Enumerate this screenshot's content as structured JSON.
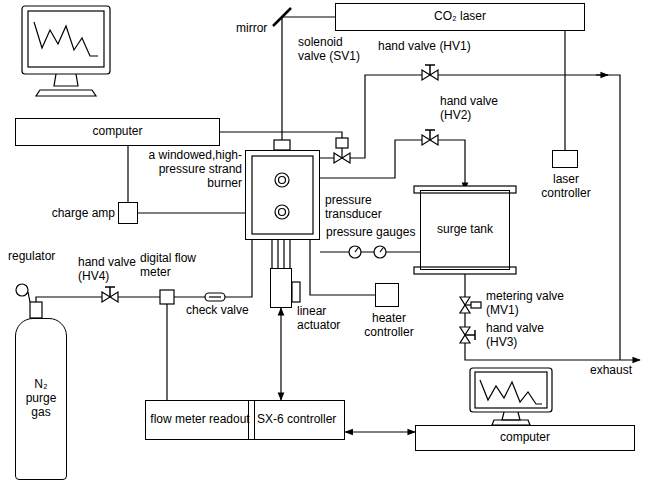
{
  "diagram": {
    "nodes": [
      {
        "text": [
          "CO₂ laser"
        ]
      },
      {
        "text": [
          "computer"
        ]
      },
      {
        "text": [
          "laser controller"
        ]
      },
      {
        "text": [
          "a windowed,high-pressure strand burner"
        ]
      },
      {
        "text": [
          "charge amp"
        ]
      },
      {
        "text": [
          "surge tank"
        ]
      },
      {
        "text": [
          "heater controller"
        ]
      },
      {
        "text": [
          "N₂ purge gas"
        ]
      },
      {
        "text": [
          "linear actuator"
        ]
      },
      {
        "text": [
          "flow meter readout"
        ]
      },
      {
        "text": [
          "SX-6 controller"
        ]
      },
      {
        "text": [
          "computer"
        ]
      }
    ],
    "edges": [
      {
        "from": 2,
        "to": 0,
        "arrow": "none"
      },
      {
        "from": 0,
        "to": 3,
        "arrow": "none"
      },
      {
        "from": 4,
        "to": 1,
        "arrow": "none"
      },
      {
        "from": 3,
        "to": 4,
        "arrow": "none"
      },
      {
        "from": 7,
        "to": 3,
        "arrow": "none"
      },
      {
        "from": 6,
        "to": 3,
        "arrow": "none"
      },
      {
        "from": 8,
        "to": 10,
        "arrow": "both"
      },
      {
        "from": 10,
        "to": 11,
        "arrow": "both"
      },
      {
        "from": 3,
        "to": 5,
        "arrow": "to"
      },
      {
        "from": 3,
        "to": 5,
        "arrow": "none"
      }
    ],
    "labels": [
      "mirror",
      "solenoid valve (SV1)",
      "hand valve (HV1)",
      "hand valve (HV2)",
      "pressure transducer",
      "pressure gauges",
      "metering valve (MV1)",
      "hand valve (HV3)",
      "exhaust",
      "regulator",
      "hand valve (HV4)",
      "digital flow meter",
      "check valve"
    ]
  }
}
